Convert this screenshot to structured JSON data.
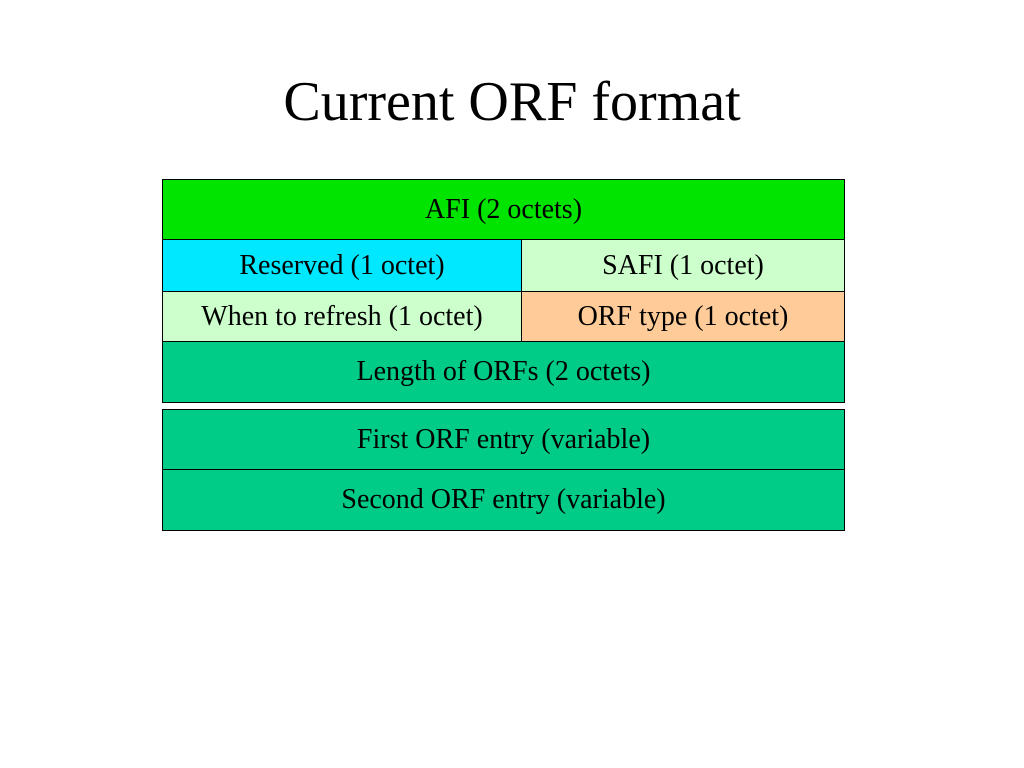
{
  "slide": {
    "title": "Current ORF format"
  },
  "header_block": {
    "afi": {
      "label": "AFI (2 octets)",
      "color": "#00e400"
    },
    "reserved": {
      "label": "Reserved (1 octet)",
      "color": "#00e8ff"
    },
    "safi": {
      "label": "SAFI (1 octet)",
      "color": "#ccffcc"
    },
    "when_to_refresh": {
      "label": "When to refresh (1 octet)",
      "color": "#ccffcc"
    },
    "orf_type": {
      "label": "ORF type (1 octet)",
      "color": "#ffcc99"
    },
    "length_of_orfs": {
      "label": "Length of ORFs (2 octets)",
      "color": "#00cc88"
    }
  },
  "entries_block": {
    "first_entry": {
      "label": "First ORF entry (variable)",
      "color": "#00cc88"
    },
    "second_entry": {
      "label": "Second ORF entry (variable)",
      "color": "#00cc88"
    }
  }
}
